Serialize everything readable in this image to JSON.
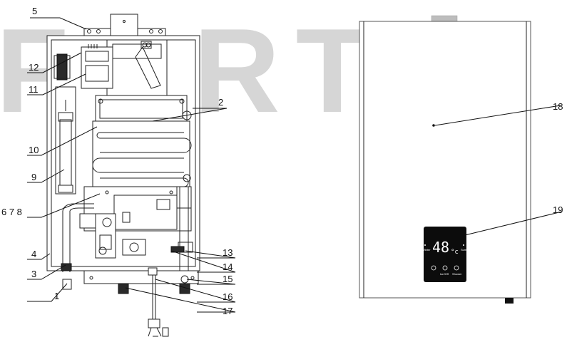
{
  "watermark": "FORT",
  "callouts": {
    "c1": "1",
    "c2": "2",
    "c3": "3",
    "c4": "4",
    "c5": "5",
    "c678": "6 7 8",
    "c9": "9",
    "c10": "10",
    "c11": "11",
    "c12": "12",
    "c13": "13",
    "c14": "14",
    "c15": "15",
    "c16": "16",
    "c17": "17",
    "c18": "18",
    "c19": "19"
  },
  "display": {
    "temperature": "48",
    "unit": "°c",
    "mode_left": "Winter",
    "mode_right": "Summer",
    "button_labels": [
      "",
      "Ion/Off",
      "Shower"
    ]
  },
  "colors": {
    "watermark": "#d6d6d6",
    "panel_body": "#ffffff",
    "panel_top_tab": "#bdbdbd",
    "display_bg": "#0c0c0c"
  }
}
